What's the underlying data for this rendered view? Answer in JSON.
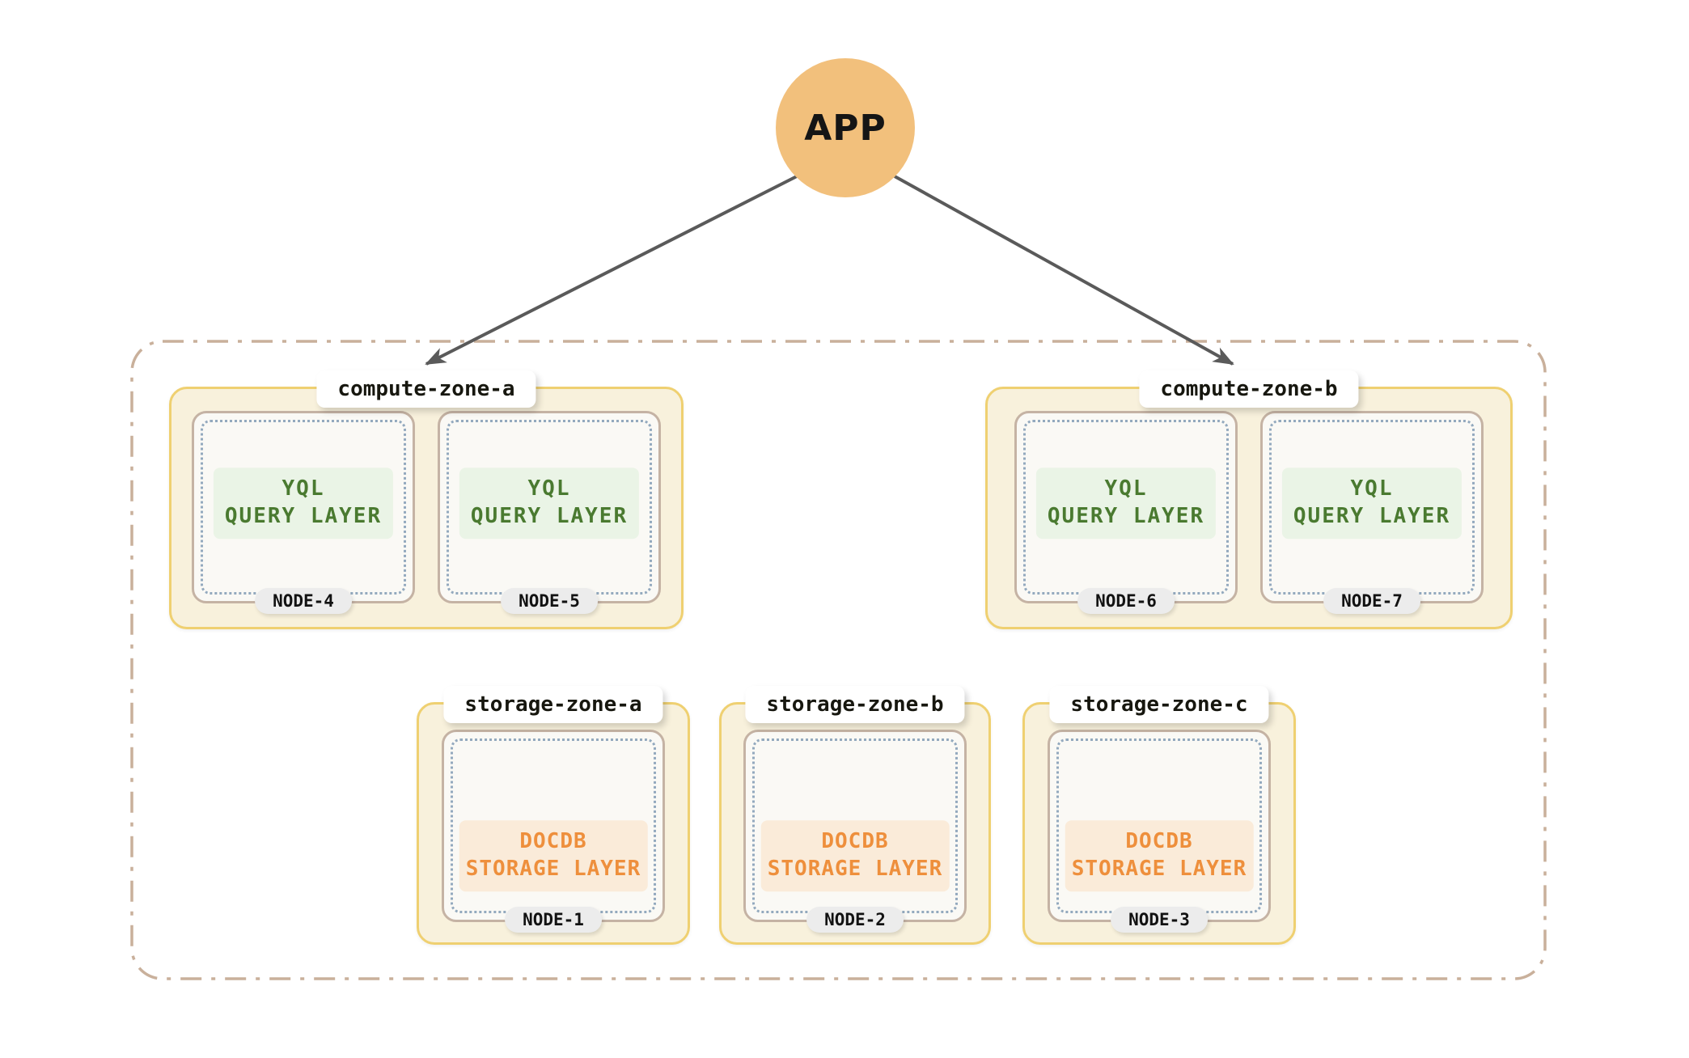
{
  "app": {
    "label": "APP"
  },
  "arrows": [
    {
      "from": "APP",
      "to": "compute-zone-a"
    },
    {
      "from": "APP",
      "to": "compute-zone-b"
    }
  ],
  "zones": {
    "compute_a": {
      "label": "compute-zone-a",
      "nodes": [
        {
          "layer_line1": "YQL",
          "layer_line2": "QUERY LAYER",
          "badge": "NODE-4"
        },
        {
          "layer_line1": "YQL",
          "layer_line2": "QUERY LAYER",
          "badge": "NODE-5"
        }
      ]
    },
    "compute_b": {
      "label": "compute-zone-b",
      "nodes": [
        {
          "layer_line1": "YQL",
          "layer_line2": "QUERY LAYER",
          "badge": "NODE-6"
        },
        {
          "layer_line1": "YQL",
          "layer_line2": "QUERY LAYER",
          "badge": "NODE-7"
        }
      ]
    },
    "storage_a": {
      "label": "storage-zone-a",
      "nodes": [
        {
          "layer_line1": "DOCDB",
          "layer_line2": "STORAGE LAYER",
          "badge": "NODE-1"
        }
      ]
    },
    "storage_b": {
      "label": "storage-zone-b",
      "nodes": [
        {
          "layer_line1": "DOCDB",
          "layer_line2": "STORAGE LAYER",
          "badge": "NODE-2"
        }
      ]
    },
    "storage_c": {
      "label": "storage-zone-c",
      "nodes": [
        {
          "layer_line1": "DOCDB",
          "layer_line2": "STORAGE LAYER",
          "badge": "NODE-3"
        }
      ]
    }
  },
  "colors": {
    "app_circle": "#F2C07C",
    "zone_fill": "#F8F1DC",
    "zone_border": "#EFD071",
    "node_fill": "#FAF9F5",
    "node_border": "#C5B3A4",
    "node_dotted_inner": "#93A9BE",
    "query_layer_bg": "#EAF4E6",
    "query_layer_text": "#4A7A30",
    "storage_layer_bg": "#FAEBD9",
    "storage_layer_text": "#EE8F3C",
    "badge_bg": "#ECECEC",
    "outer_boundary": "#C9B09B",
    "arrow": "#5A5A5A"
  }
}
